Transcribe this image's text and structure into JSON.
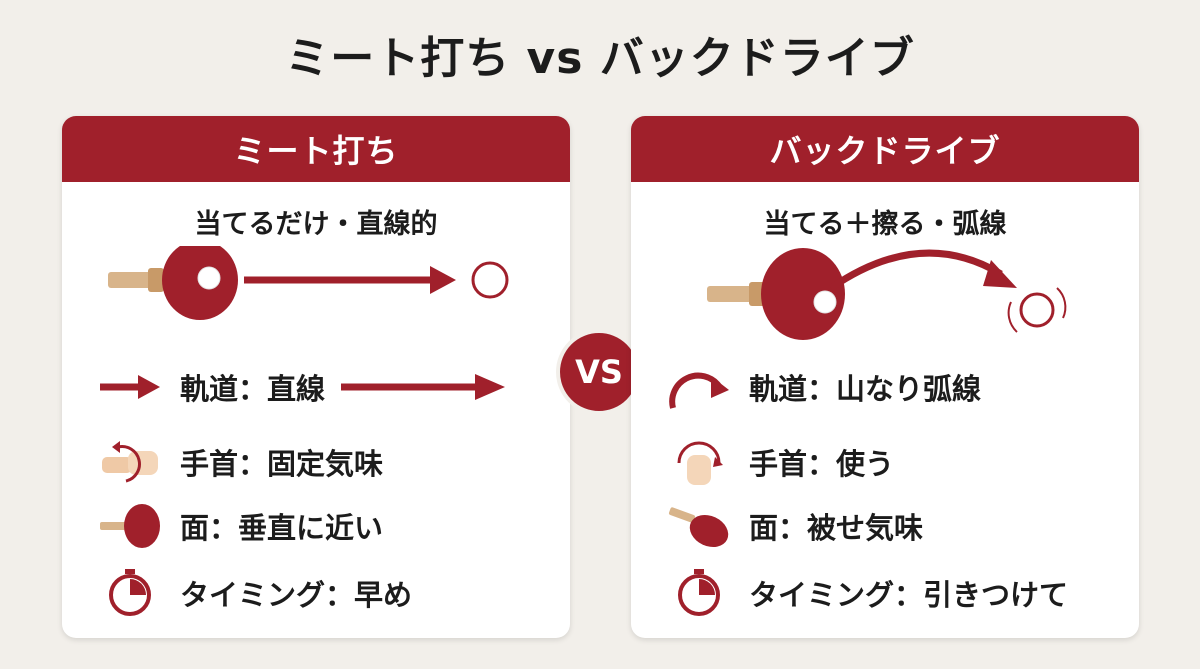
{
  "title": "ミート打ち vs バックドライブ",
  "vs_label": "VS",
  "left": {
    "header": "ミート打ち",
    "subtitle": "当てるだけ・直線的",
    "rows": [
      {
        "icon": "straight-arrow-icon",
        "text": "軌道：直線"
      },
      {
        "icon": "wrist-fixed-icon",
        "text": "手首：固定気味"
      },
      {
        "icon": "paddle-vertical-icon",
        "text": "面：垂直に近い"
      },
      {
        "icon": "stopwatch-icon",
        "text": "タイミング：早め"
      }
    ]
  },
  "right": {
    "header": "バックドライブ",
    "subtitle": "当てる＋擦る・弧線",
    "rows": [
      {
        "icon": "curved-arrow-icon",
        "text": "軌道：山なり弧線"
      },
      {
        "icon": "wrist-rotate-icon",
        "text": "手首：使う"
      },
      {
        "icon": "paddle-tilted-icon",
        "text": "面：被せ気味"
      },
      {
        "icon": "stopwatch-icon",
        "text": "タイミング：引きつけて"
      }
    ]
  },
  "colors": {
    "accent": "#a0202b",
    "handle": "#d8b48a",
    "background": "#f2efea"
  }
}
